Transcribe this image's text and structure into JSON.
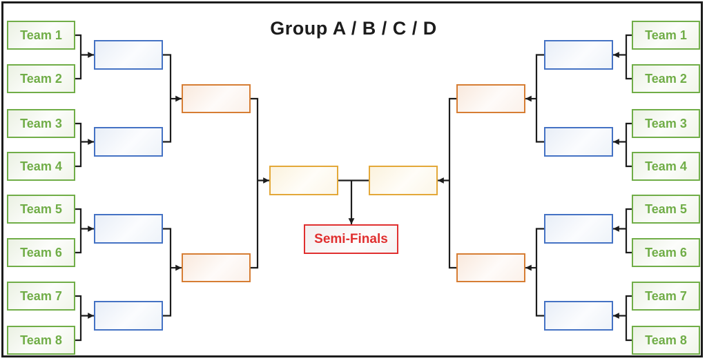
{
  "title": "Group A / B / C / D",
  "center_label": "Semi-Finals",
  "left_teams": [
    "Team 1",
    "Team 2",
    "Team 3",
    "Team 4",
    "Team 5",
    "Team 6",
    "Team 7",
    "Team 8"
  ],
  "right_teams": [
    "Team 1",
    "Team 2",
    "Team 3",
    "Team 4",
    "Team 5",
    "Team 6",
    "Team 7",
    "Team 8"
  ],
  "palette": {
    "team_green": "#70AD47",
    "round1_blue": "#4472C4",
    "round2_orange": "#D67D33",
    "round3_gold": "#E3A838",
    "semifinal_red": "#E02F2F",
    "connector_black": "#1C1C1C"
  }
}
